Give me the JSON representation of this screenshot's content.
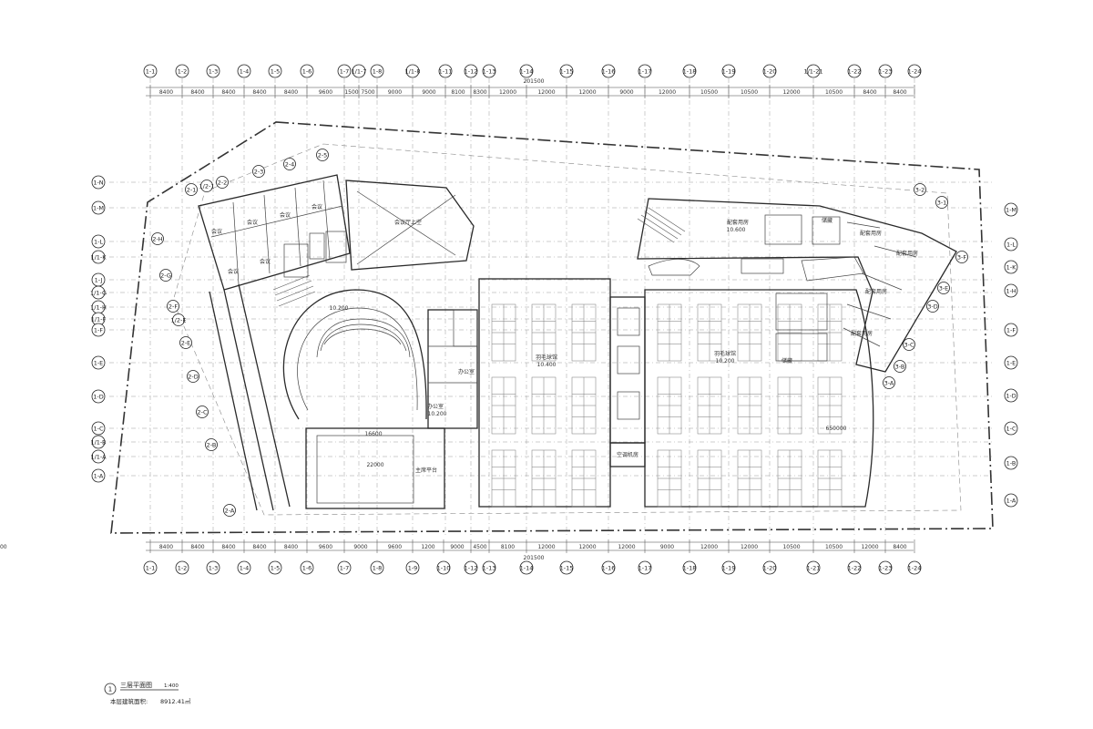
{
  "grid_top": [
    "1-1",
    "1-2",
    "1-3",
    "1-4",
    "1-5",
    "1-6",
    "1-7",
    "1/1-7",
    "1-8",
    "1/1-8",
    "1-11",
    "1-12",
    "1-13",
    "1-14",
    "1-15",
    "1-16",
    "1-17",
    "1-18",
    "1-19",
    "1-20",
    "1/1-21",
    "1-22",
    "1-23",
    "1-24"
  ],
  "grid_bottom": [
    "1-1",
    "1-2",
    "1-3",
    "1-4",
    "1-5",
    "1-6",
    "1-7",
    "1-8",
    "1-9",
    "1-10",
    "1-12",
    "1-13",
    "1-14",
    "1-15",
    "1-16",
    "1-17",
    "1-18",
    "1-19",
    "1-20",
    "1-21",
    "1-22",
    "1-23",
    "1-24"
  ],
  "grid_left": [
    "1-N",
    "1-M",
    "1-L",
    "1/1-K",
    "1-J",
    "1/1-G",
    "1/1-H",
    "1/1-F",
    "1-F",
    "1-E",
    "1-D",
    "1-C",
    "1/1-B",
    "1/1-A",
    "1-A"
  ],
  "grid_right": [
    "1-M",
    "1-L",
    "1-K",
    "1-H",
    "1-F",
    "1-E",
    "1-D",
    "1-C",
    "1-B",
    "1-A"
  ],
  "grid_wing2": [
    "2-1",
    "1/2-1",
    "2-2",
    "2-3",
    "2-4",
    "2-5",
    "2-H",
    "2-G",
    "2-F",
    "1/2-E",
    "2-E",
    "2-D",
    "2-C",
    "2-B",
    "2-A"
  ],
  "grid_wing3": [
    "3-2",
    "3-1",
    "3-F",
    "3-E",
    "3-D",
    "3-C",
    "3-B",
    "3-A"
  ],
  "dims_top": [
    "8400",
    "8400",
    "8400",
    "8400",
    "8400",
    "9600",
    "1500",
    "7500",
    "9000",
    "9000",
    "8100",
    "8300",
    "12000",
    "12000",
    "12000",
    "9000",
    "12000",
    "10500",
    "10500",
    "12000",
    "10500",
    "8400",
    "8400"
  ],
  "dims_bottom": [
    "8400",
    "8400",
    "8400",
    "8400",
    "8400",
    "9600",
    "9000",
    "9600",
    "1200",
    "9000",
    "4500",
    "8100",
    "12000",
    "12000",
    "12000",
    "9000",
    "12000",
    "12000",
    "10500",
    "10500",
    "12000",
    "8400",
    "8400"
  ],
  "total_top": "201500",
  "total_bottom": "201500",
  "rooms": {
    "meeting": "会议",
    "hall_void": "会议厅上空",
    "badminton": "羽毛球馆",
    "office": "办公室",
    "equip": "配套用房",
    "storage": "储藏",
    "aircon": "空调机房",
    "stage": "主席平台"
  },
  "elev_labels": [
    "10.600",
    "10.400",
    "10.200",
    "10.200",
    "10.200"
  ],
  "span_labels": [
    "16600",
    "22000",
    "650000"
  ],
  "title_block": {
    "number": "1",
    "title": "三层平面图",
    "scale": "1:400",
    "area_label": "本层建筑面积:",
    "area_value": "8912.41㎡"
  }
}
